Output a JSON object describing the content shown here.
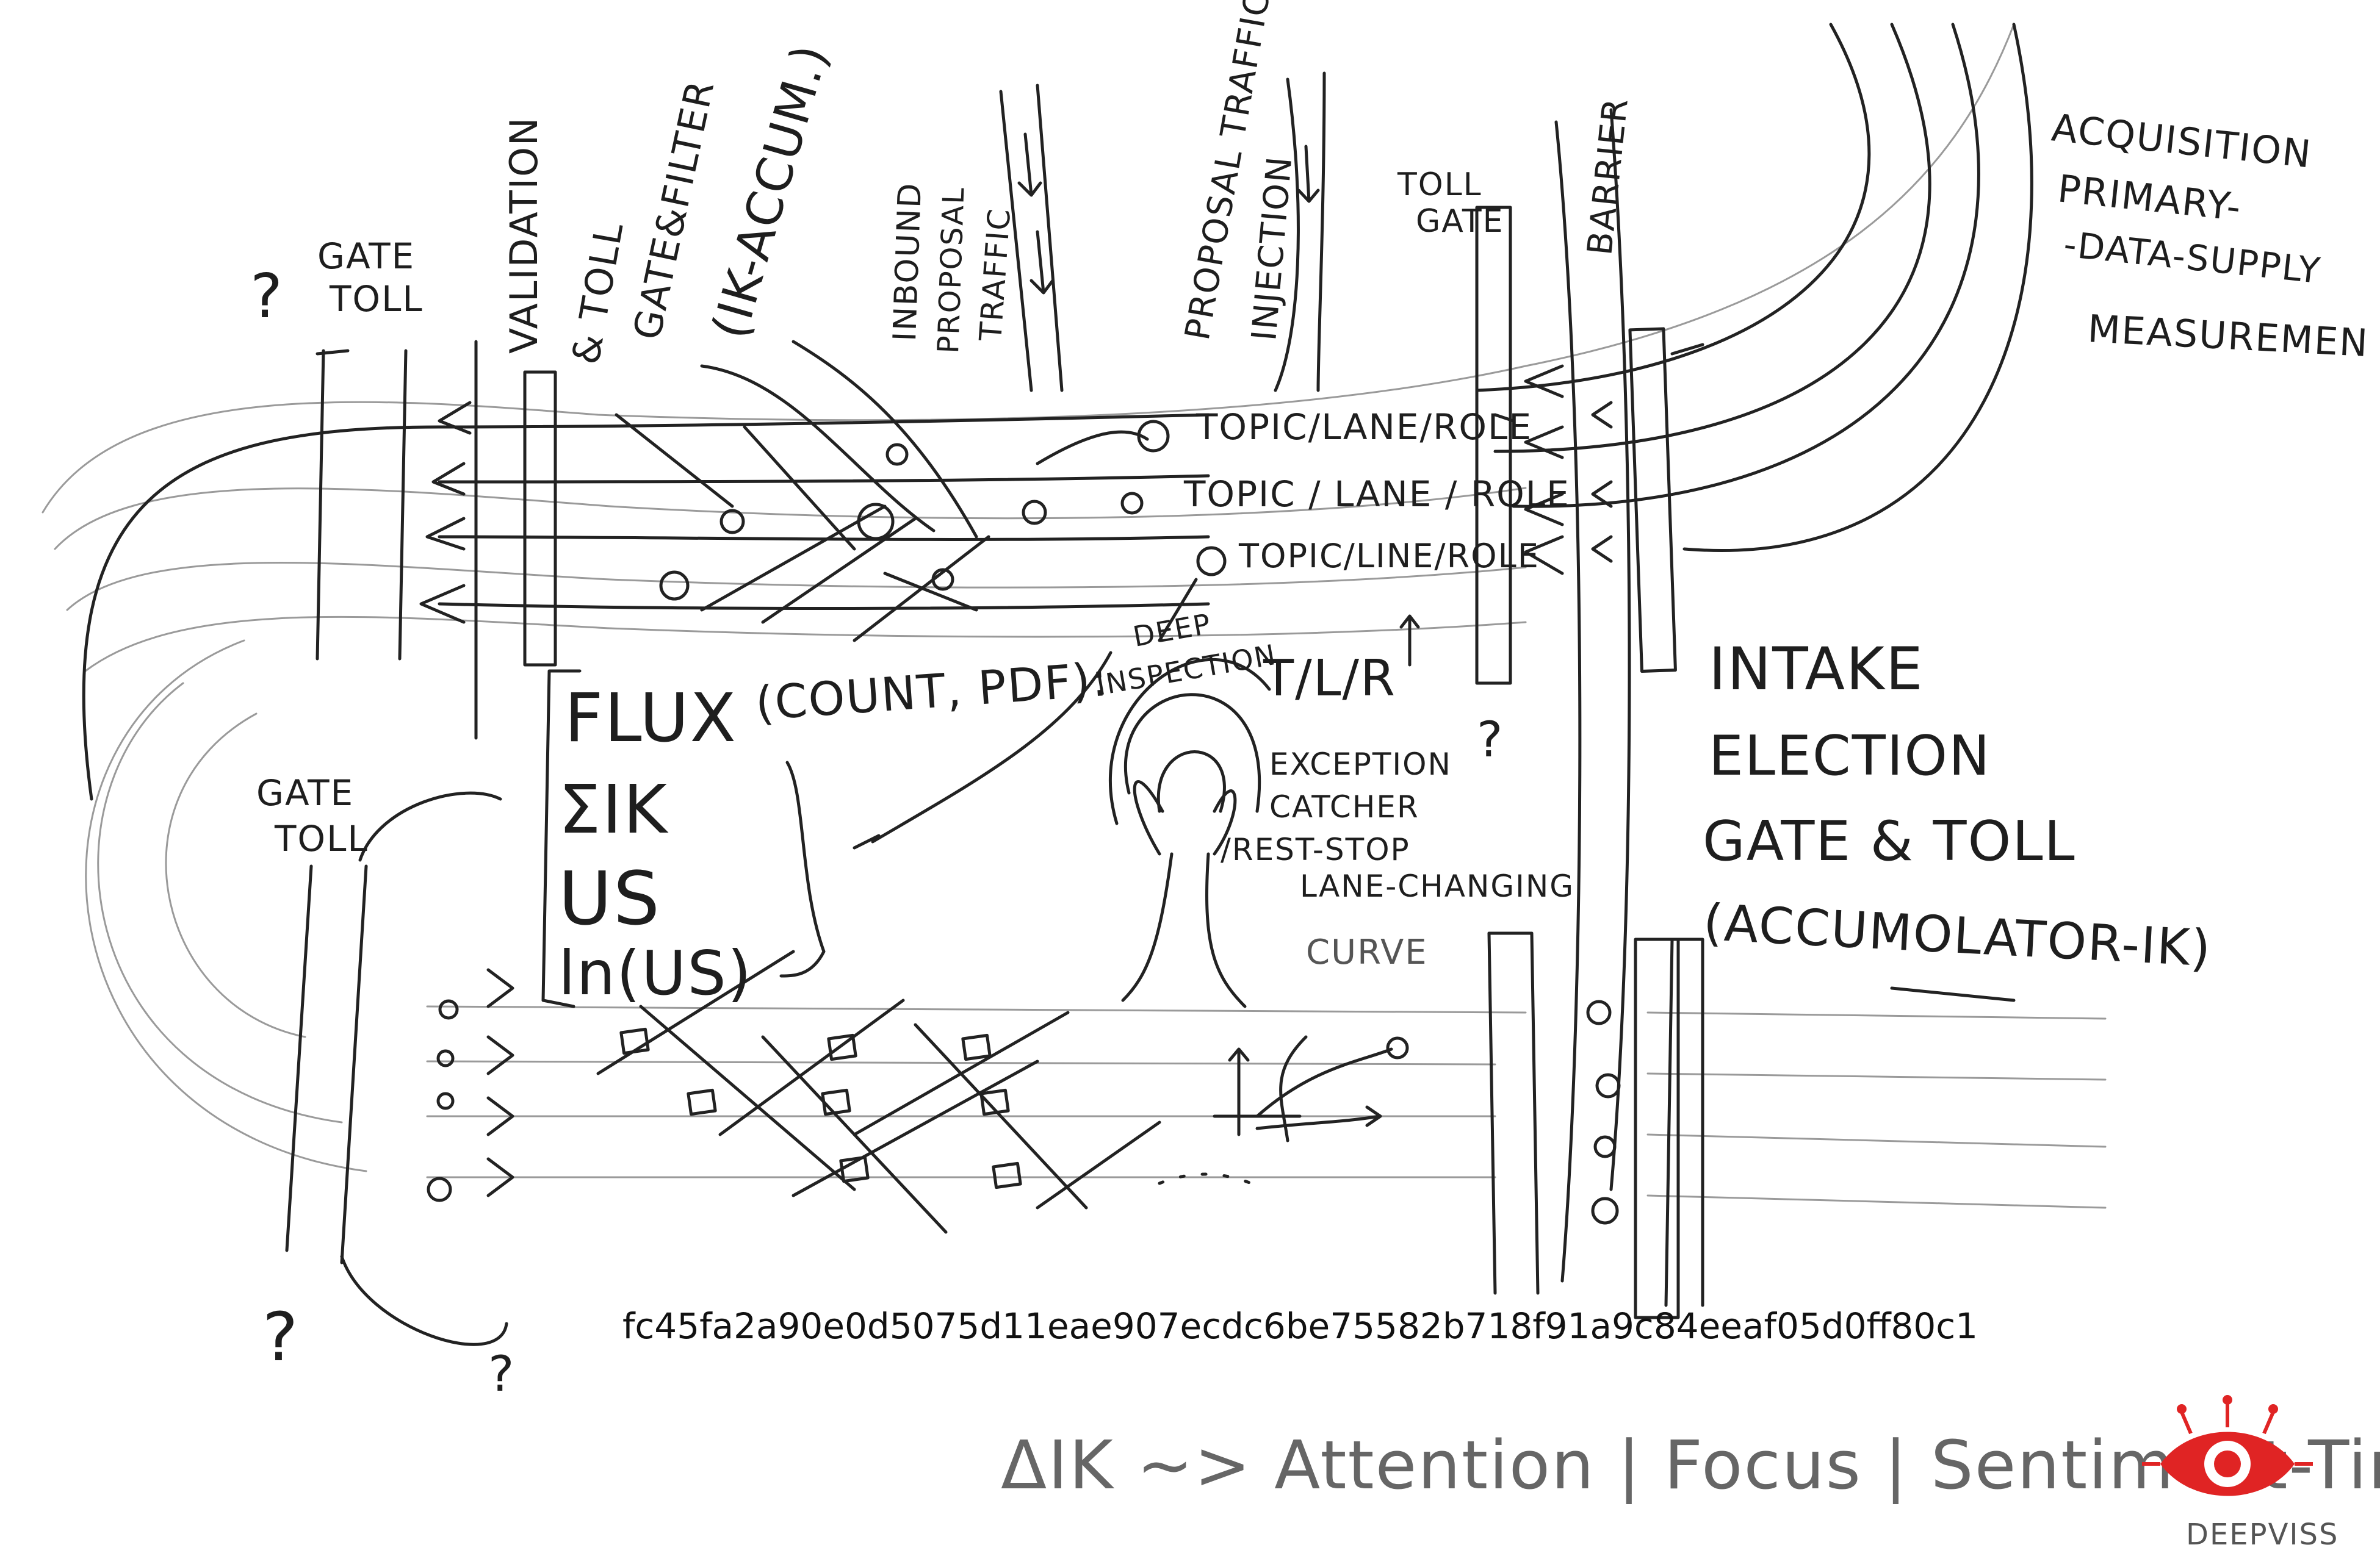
{
  "labels": {
    "gate_toll_top": [
      "GATE",
      "TOLL"
    ],
    "question": "?",
    "validation": [
      "VALIDATION",
      "& TOLL",
      "GATE&FILTER",
      "(IK-ACCUM.)"
    ],
    "inbound": [
      "INBOUND",
      "PROPOSAL",
      "TRAFFIC"
    ],
    "proposal_injection": [
      "PROPOSAL TRAFFIC",
      "INJECTION"
    ],
    "toll_gate": [
      "TOLL",
      "GATE"
    ],
    "barrier": "BARRIER",
    "acquisition": [
      "ACQUISITION",
      "PRIMARY-",
      "-DATA-SUPPLY",
      "MEASUREMEN"
    ],
    "lanes": [
      "TOPIC/LANE/ROLE",
      "TOPIC / LANE / ROLE",
      "TOPIC/LINE/ROLE"
    ],
    "deep_inspection": [
      "DEEP",
      "INSPECTION"
    ],
    "tlr": "T/L/R",
    "flux": [
      "FLUX",
      "ΣIK",
      "US",
      "ln(US)"
    ],
    "count_pdf": "(COUNT, PDF):",
    "exception": [
      "EXCEPTION",
      "CATCHER",
      "/REST-STOP"
    ],
    "lane_changing": [
      "LANE-CHANGING",
      "CURVE"
    ],
    "intake": [
      "INTAKE",
      "ELECTION",
      "GATE & TOLL",
      "(ACCUMOLATOR-IK)"
    ],
    "gate_toll_bottom": [
      "GATE",
      "TOLL"
    ],
    "bottom_formula": "ΔIK ~> Attention | Focus | Sentiment-Time"
  },
  "hash": "fc45fa2a90e0d5075d11eae907ecdc6be75582b718f91a9c84eeaf05d0ff80c1",
  "logo": {
    "text": "DEEPVISS",
    "color": "#e02424"
  }
}
